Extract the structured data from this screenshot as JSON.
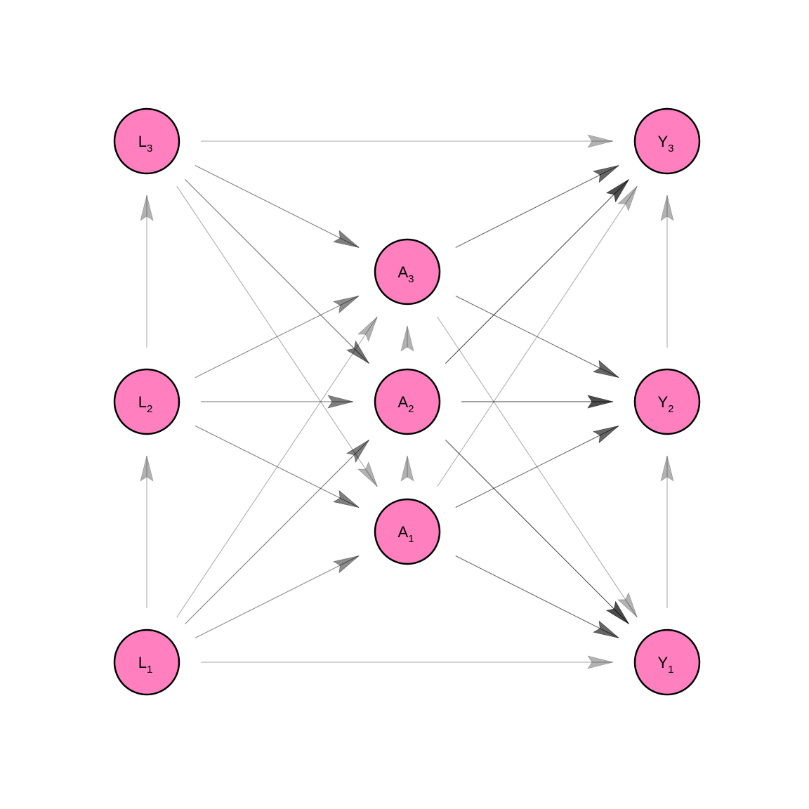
{
  "diagram": {
    "node_fill": "#ff7fbf",
    "node_stroke": "#000000",
    "edge_color": "#000000",
    "nodes": [
      {
        "id": "L1",
        "letter": "L",
        "sub": "1"
      },
      {
        "id": "L2",
        "letter": "L",
        "sub": "2"
      },
      {
        "id": "L3",
        "letter": "L",
        "sub": "3"
      },
      {
        "id": "A1",
        "letter": "A",
        "sub": "1"
      },
      {
        "id": "A2",
        "letter": "A",
        "sub": "2"
      },
      {
        "id": "A3",
        "letter": "A",
        "sub": "3"
      },
      {
        "id": "Y1",
        "letter": "Y",
        "sub": "1"
      },
      {
        "id": "Y2",
        "letter": "Y",
        "sub": "2"
      },
      {
        "id": "Y3",
        "letter": "Y",
        "sub": "3"
      }
    ],
    "edges": [
      {
        "from": "L3",
        "to": "Y3",
        "strength": 0.3
      },
      {
        "from": "L3",
        "to": "A3",
        "strength": 0.5
      },
      {
        "from": "L3",
        "to": "A2",
        "strength": 0.55
      },
      {
        "from": "L3",
        "to": "A1",
        "strength": 0.3
      },
      {
        "from": "L2",
        "to": "L3",
        "strength": 0.3
      },
      {
        "from": "L2",
        "to": "A3",
        "strength": 0.45
      },
      {
        "from": "L2",
        "to": "A2",
        "strength": 0.5
      },
      {
        "from": "L2",
        "to": "A1",
        "strength": 0.5
      },
      {
        "from": "L1",
        "to": "L2",
        "strength": 0.3
      },
      {
        "from": "L1",
        "to": "A3",
        "strength": 0.3
      },
      {
        "from": "L1",
        "to": "A2",
        "strength": 0.5
      },
      {
        "from": "L1",
        "to": "A1",
        "strength": 0.45
      },
      {
        "from": "L1",
        "to": "Y1",
        "strength": 0.3
      },
      {
        "from": "A1",
        "to": "A2",
        "strength": 0.3
      },
      {
        "from": "A2",
        "to": "A3",
        "strength": 0.3
      },
      {
        "from": "A3",
        "to": "Y3",
        "strength": 0.6
      },
      {
        "from": "A3",
        "to": "Y2",
        "strength": 0.6
      },
      {
        "from": "A3",
        "to": "Y1",
        "strength": 0.3
      },
      {
        "from": "A2",
        "to": "Y3",
        "strength": 0.7
      },
      {
        "from": "A2",
        "to": "Y2",
        "strength": 0.7
      },
      {
        "from": "A2",
        "to": "Y1",
        "strength": 0.7
      },
      {
        "from": "A1",
        "to": "Y3",
        "strength": 0.3
      },
      {
        "from": "A1",
        "to": "Y2",
        "strength": 0.6
      },
      {
        "from": "A1",
        "to": "Y1",
        "strength": 0.6
      },
      {
        "from": "Y1",
        "to": "Y2",
        "strength": 0.3
      },
      {
        "from": "Y2",
        "to": "Y3",
        "strength": 0.3
      }
    ]
  }
}
